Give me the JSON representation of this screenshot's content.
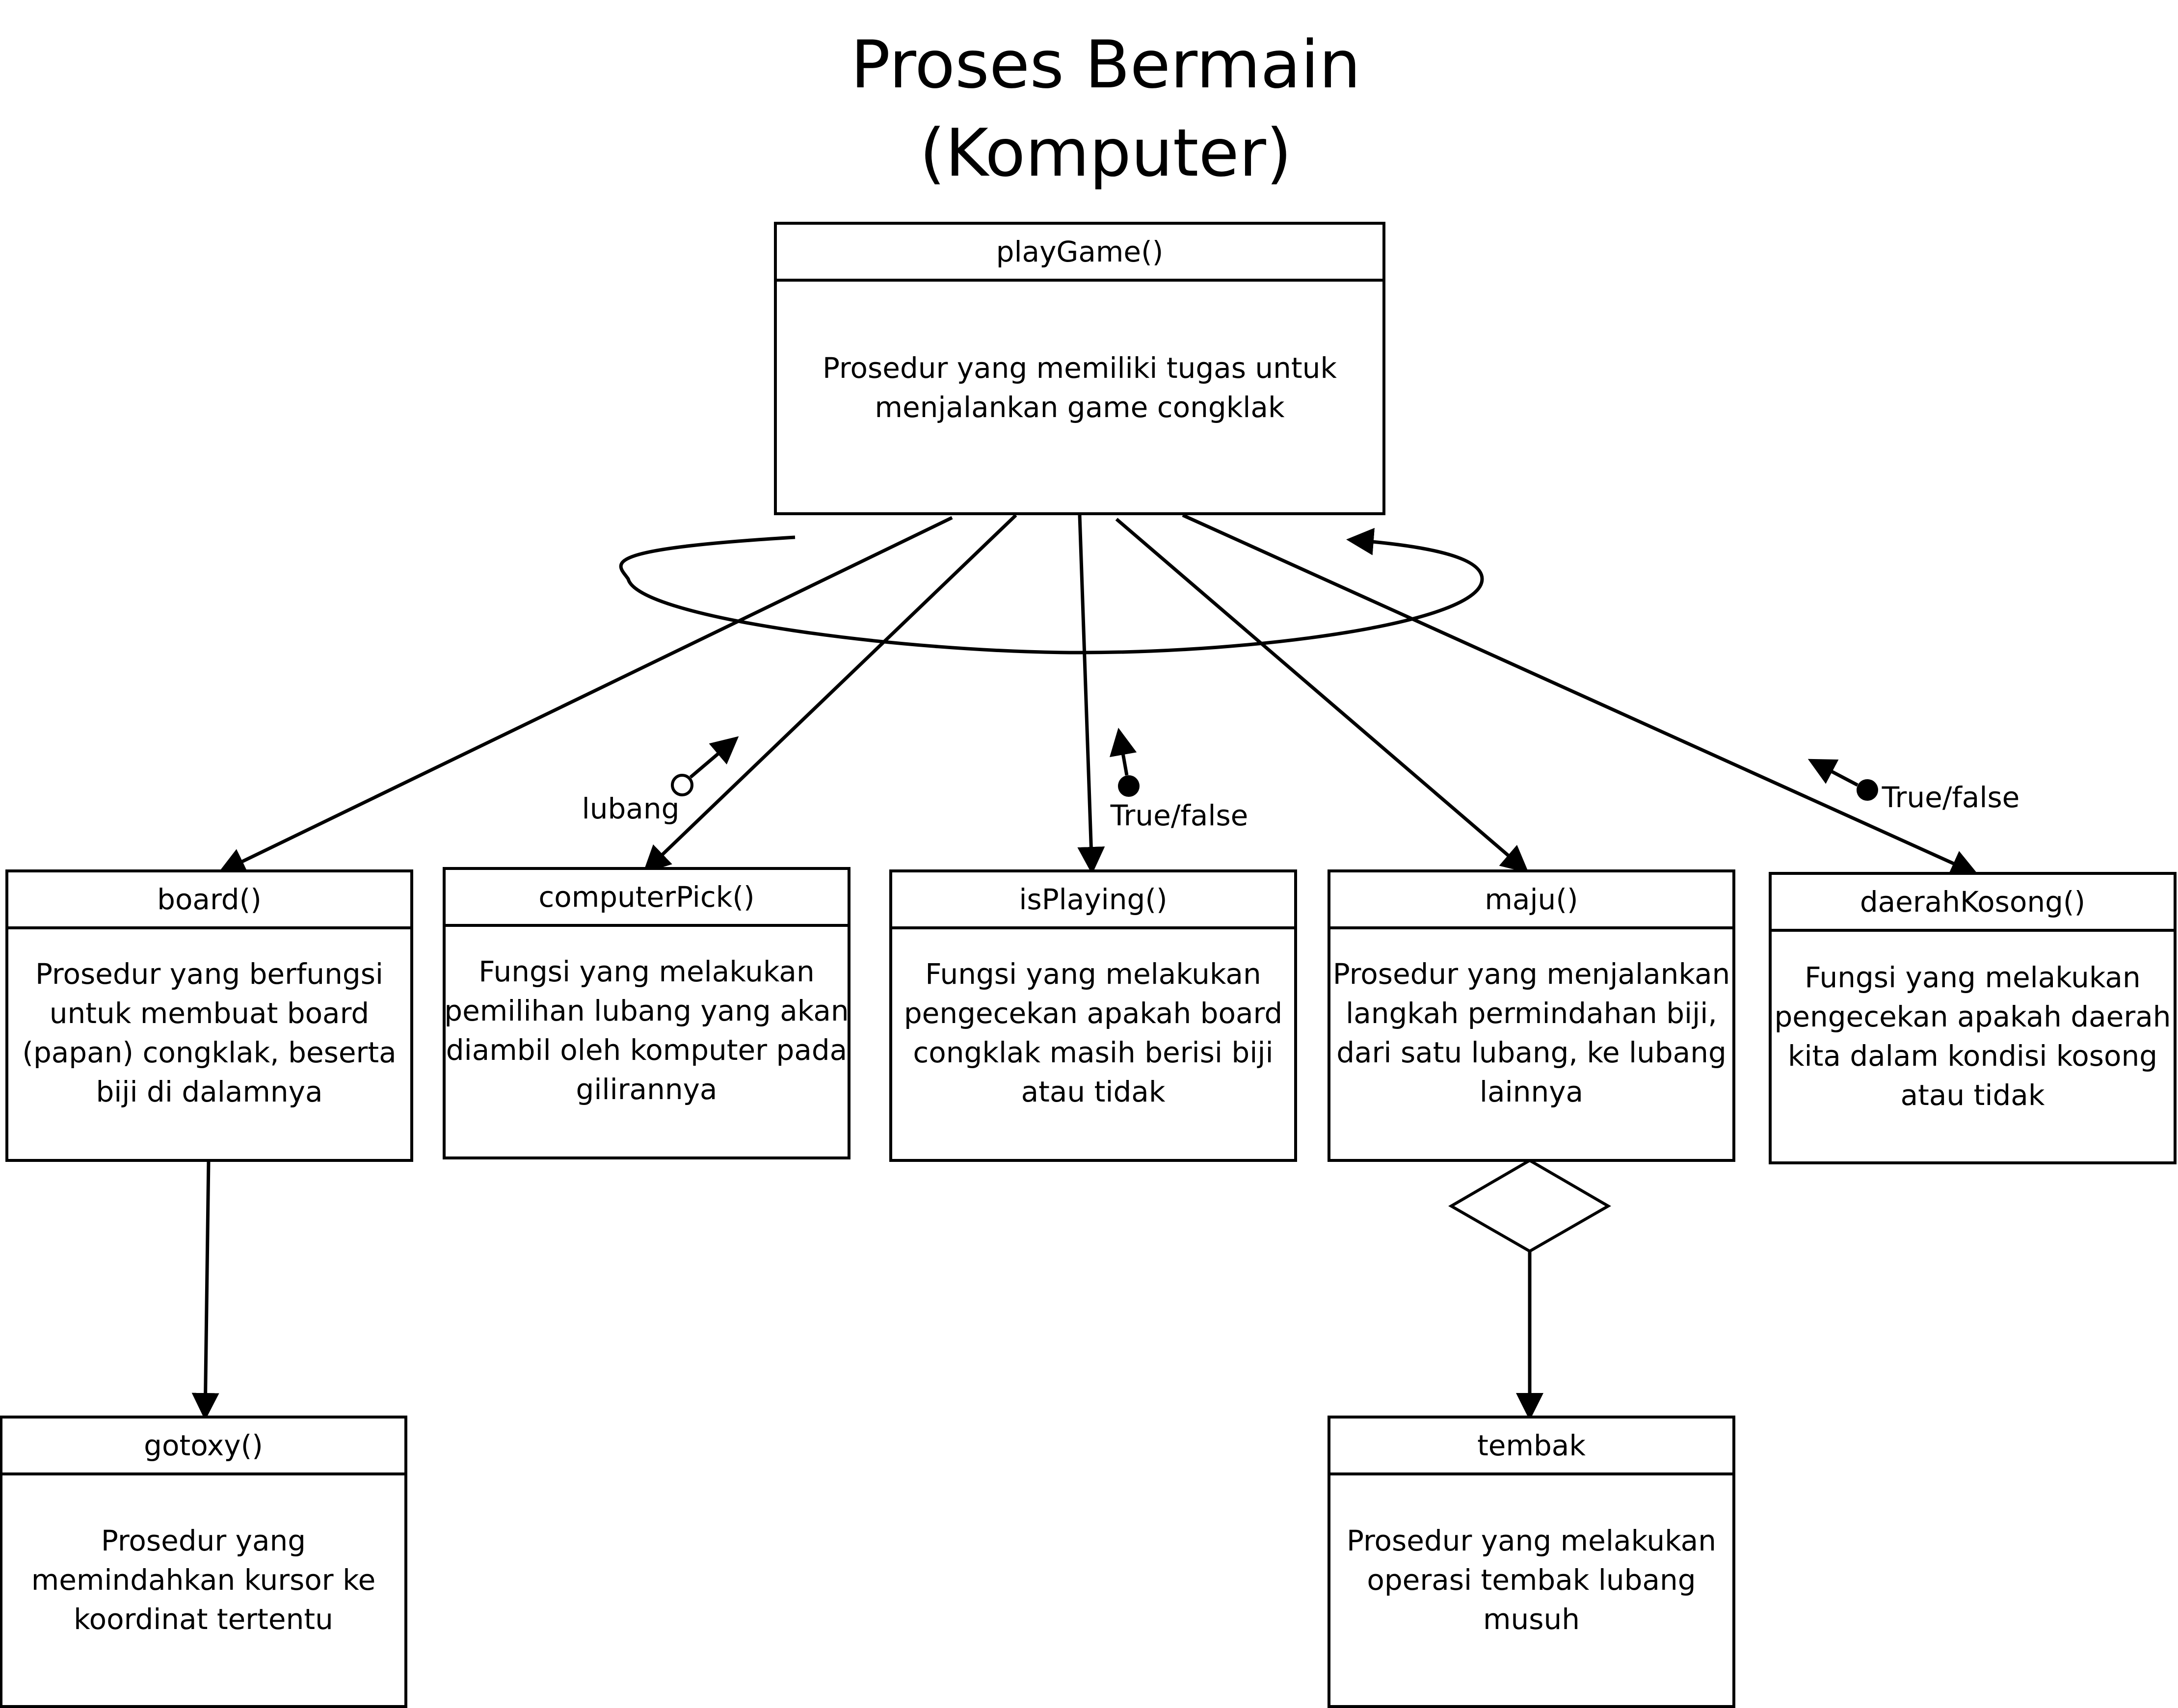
{
  "title": {
    "line1": "Proses Bermain",
    "line2": "(Komputer)"
  },
  "colors": {
    "stroke": "#000000",
    "background": "#ffffff"
  },
  "boxes": {
    "playGame": {
      "title": "playGame()",
      "desc": [
        "Prosedur yang memiliki tugas untuk",
        "menjalankan game congklak"
      ]
    },
    "board": {
      "title": "board()",
      "desc": [
        "Prosedur yang berfungsi",
        "untuk membuat board",
        "(papan) congklak, beserta",
        "biji di dalamnya"
      ]
    },
    "computerPick": {
      "title": "computerPick()",
      "desc": [
        "Fungsi yang melakukan",
        "pemilihan lubang yang akan",
        "diambil oleh komputer pada",
        "gilirannya"
      ]
    },
    "isPlaying": {
      "title": "isPlaying()",
      "desc": [
        "Fungsi yang melakukan",
        "pengecekan apakah board",
        "congklak masih berisi biji",
        "atau tidak"
      ]
    },
    "maju": {
      "title": "maju()",
      "desc": [
        "Prosedur yang menjalankan",
        "langkah permindahan biji,",
        "dari satu lubang, ke lubang",
        "lainnya"
      ]
    },
    "daerahKosong": {
      "title": "daerahKosong()",
      "desc": [
        "Fungsi yang melakukan",
        "pengecekan apakah daerah",
        "kita dalam kondisi kosong",
        "atau tidak"
      ]
    },
    "gotoxy": {
      "title": "gotoxy()",
      "desc": [
        "Prosedur yang",
        "memindahkan kursor ke",
        "koordinat tertentu"
      ]
    },
    "tembak": {
      "title": "tembak",
      "desc": [
        "Prosedur yang melakukan",
        "operasi tembak lubang",
        "musuh"
      ]
    }
  },
  "flows": {
    "computerPick": {
      "label": "lubang",
      "kind": "data"
    },
    "isPlaying": {
      "label": "True/false",
      "kind": "control"
    },
    "daerahKosong": {
      "label": "True/false",
      "kind": "control"
    }
  }
}
